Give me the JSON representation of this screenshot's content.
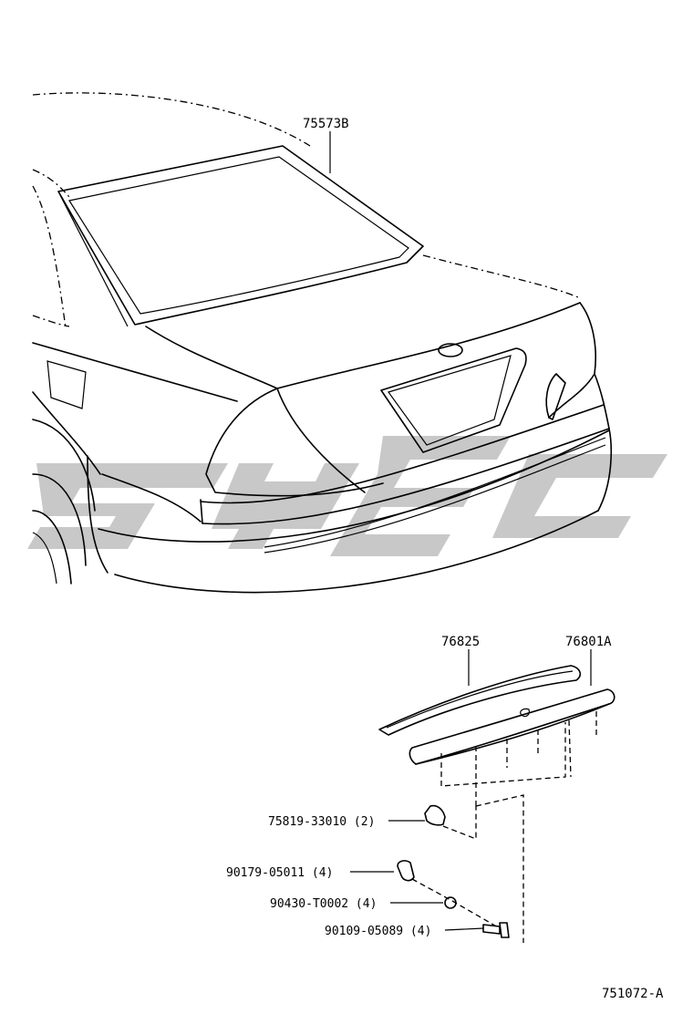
{
  "labels": {
    "glass_weatherstrip": "75573B",
    "garnish_seal": "76825",
    "luggage_garnish": "76801A",
    "clip": "75819-33010 (2)",
    "nut": "90179-05011 (4)",
    "washer": "90430-T0002 (4)",
    "bolt": "90109-05089 (4)",
    "figure_number": "751072-A"
  },
  "colors": {
    "line": "#000000",
    "watermark": "#c8c8c8",
    "background": "#ffffff"
  }
}
